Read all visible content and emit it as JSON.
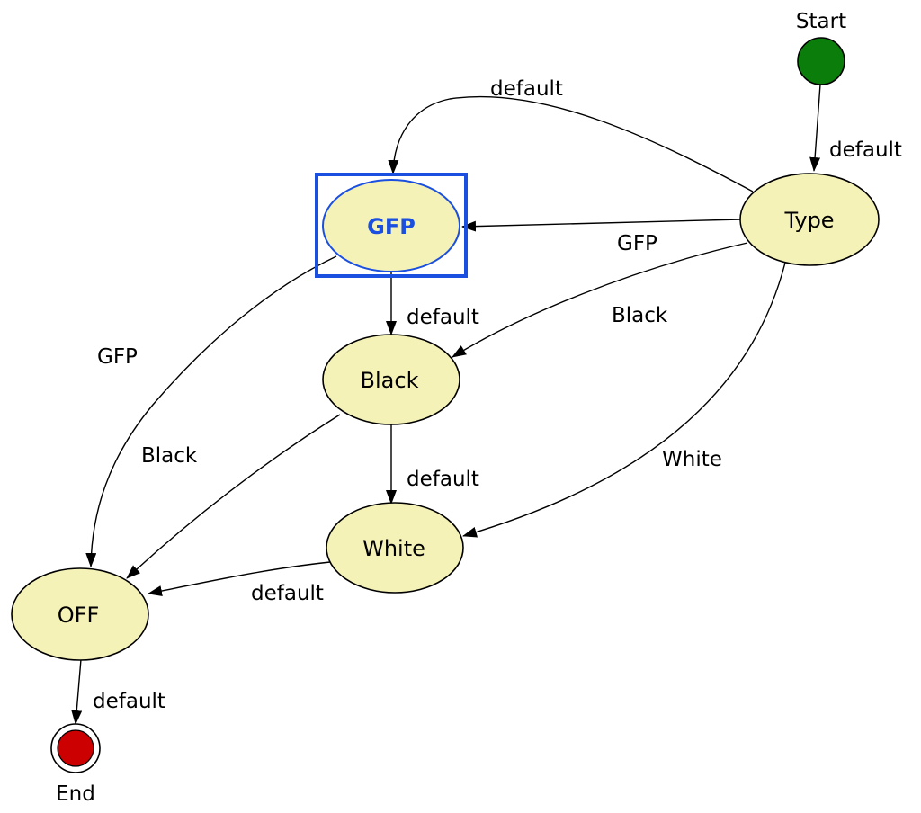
{
  "colors": {
    "state_fill": "#f5f2b8",
    "start_fill": "#0a7d0a",
    "end_fill": "#cc0000",
    "selection": "#1a4fe0",
    "selected_text": "#1a4fe0"
  },
  "states": {
    "start": "Start",
    "end": "End",
    "gfp": "GFP",
    "type": "Type",
    "black": "Black",
    "white": "White",
    "off": "OFF"
  },
  "transitions": {
    "start_to_type": "default",
    "type_to_gfp_top": "default",
    "type_to_gfp": "GFP",
    "type_to_black": "Black",
    "type_to_white": "White",
    "gfp_to_black": "default",
    "gfp_to_off": "GFP",
    "black_to_white": "default",
    "black_to_off": "Black",
    "white_to_off": "default",
    "off_to_end": "default"
  }
}
